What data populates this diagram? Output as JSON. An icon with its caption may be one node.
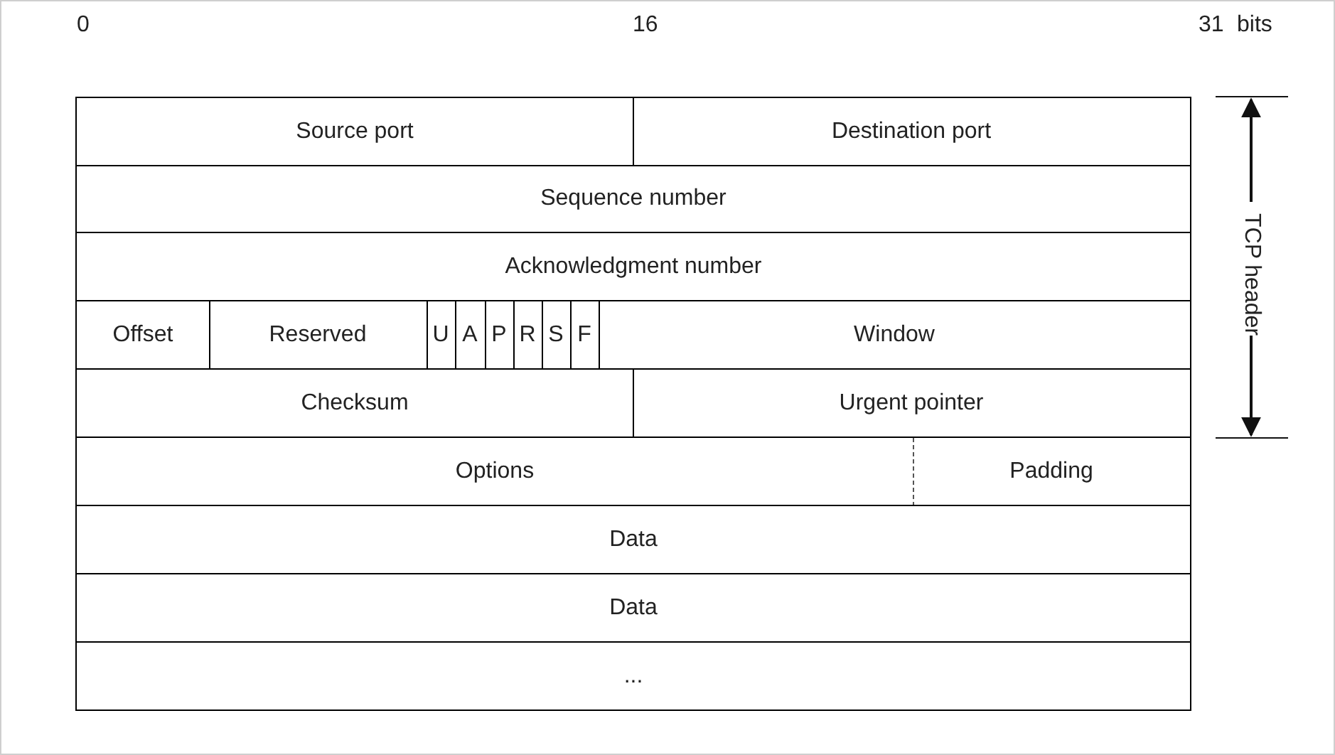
{
  "diagram": {
    "nodes": [
      {
        "text": [
          "Source port"
        ]
      },
      {
        "text": [
          "Destination port"
        ]
      },
      {
        "text": [
          "Sequence number"
        ]
      },
      {
        "text": [
          "Acknowledgment number"
        ]
      },
      {
        "text": [
          "Offset"
        ]
      },
      {
        "text": [
          "Reserved"
        ]
      },
      {
        "text": [
          "U"
        ]
      },
      {
        "text": [
          "A"
        ]
      },
      {
        "text": [
          "P"
        ]
      },
      {
        "text": [
          "R"
        ]
      },
      {
        "text": [
          "S"
        ]
      },
      {
        "text": [
          "F"
        ]
      },
      {
        "text": [
          "Window"
        ]
      },
      {
        "text": [
          "Checksum"
        ]
      },
      {
        "text": [
          "Urgent pointer"
        ]
      },
      {
        "text": [
          "Options"
        ]
      },
      {
        "text": [
          "Padding"
        ]
      },
      {
        "text": [
          "Data"
        ]
      },
      {
        "text": [
          "Data"
        ]
      },
      {
        "text": [
          "..."
        ]
      }
    ],
    "labels": [
      "0",
      "16",
      "31",
      "bits",
      "TCP header"
    ]
  }
}
